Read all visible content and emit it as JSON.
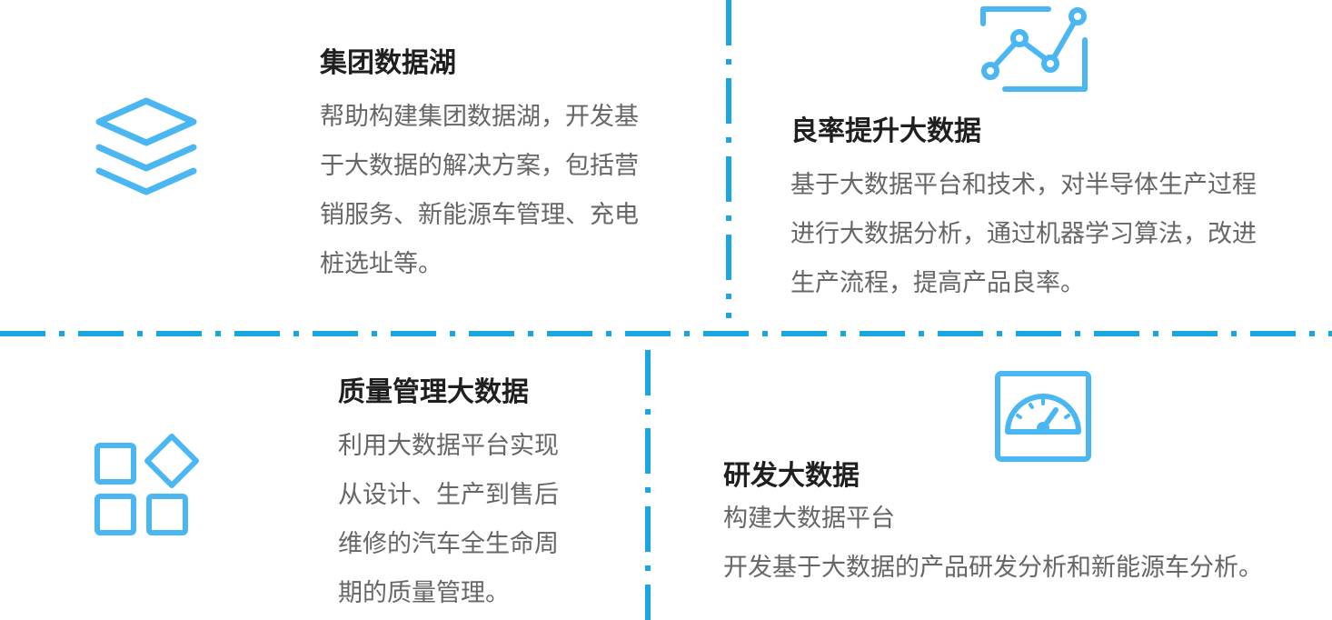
{
  "colors": {
    "accent": "#1aa7e1",
    "icon": "#4bb7f2",
    "title": "#1f1f1f",
    "text": "#666666"
  },
  "cards": [
    {
      "icon": "layers-icon",
      "title": "集团数据湖",
      "lines": [
        "帮助构建集团数据湖，开发基",
        "于大数据的解决方案，包括营",
        "销服务、新能源车管理、充电",
        "桩选址等。"
      ]
    },
    {
      "icon": "line-chart-icon",
      "title": "良率提升大数据",
      "lines": [
        "基于大数据平台和技术，对半导体生产过程",
        "进行大数据分析，通过机器学习算法，改进",
        "生产流程，提高产品良率。"
      ]
    },
    {
      "icon": "apps-grid-icon",
      "title": "质量管理大数据",
      "lines": [
        "利用大数据平台实现",
        "从设计、生产到售后",
        "维修的汽车全生命周",
        "期的质量管理。"
      ]
    },
    {
      "icon": "gauge-icon",
      "title": "研发大数据",
      "lines": [
        "构建大数据平台",
        "开发基于大数据的产品研发分析和新能源车分析。"
      ]
    }
  ]
}
